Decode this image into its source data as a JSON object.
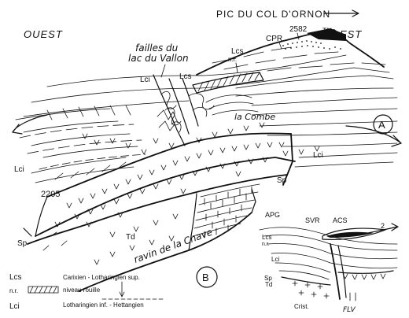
{
  "top_arrow_label": "PIC DU COL D'ORNON",
  "west_label": "OUEST",
  "east_label": "EST",
  "summit_elevation": "2582",
  "label_tn": "TN",
  "label_cpr": "CPR",
  "faults_label_line1": "failles du",
  "faults_label_line2": "lac du Vallon",
  "label_lcs_1": "Lcs",
  "label_nr_1": "n.r.",
  "label_lcs_2": "Lcs",
  "label_lci_1": "Lci",
  "label_la_combe": "la Combe",
  "label_a": "A",
  "label_lci_west": "Lci",
  "label_lci_east": "Lci",
  "label_sp_1": "Sp",
  "label_elev_2205": "2205",
  "label_sp_2": "Sp",
  "label_td": "Td",
  "label_ravin": "ravin de la Chave",
  "inset": {
    "apg": "APG",
    "svr": "SVR",
    "acs": "ACS",
    "arrow_num": "2",
    "lcs": "Lcs",
    "nr": "n.r.",
    "lci": "Lci",
    "sp": "Sp",
    "td": "Td",
    "crist": "Crist.",
    "flv": "FLV"
  },
  "label_b": "B",
  "legend": {
    "lcs_code": "Lcs",
    "lcs_text": "Carixien - Lotharingien sup.",
    "nr_code": "n.r.",
    "nr_text": "niveau rouille",
    "lci_code": "Lci",
    "lci_text": "Lotharingien inf. - Hettangien"
  }
}
